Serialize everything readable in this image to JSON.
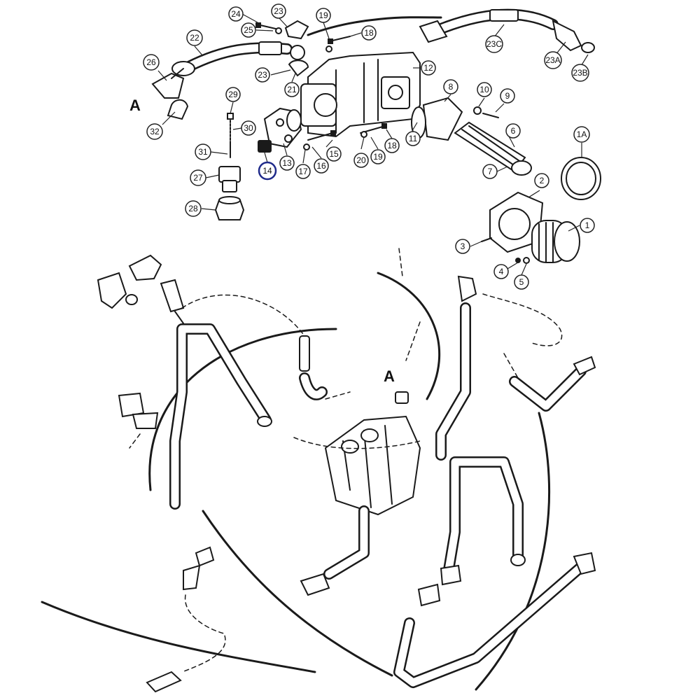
{
  "accent_color": "#1f2a8a",
  "callouts": [
    {
      "label": "24"
    },
    {
      "label": "23"
    },
    {
      "label": "19"
    },
    {
      "label": "25"
    },
    {
      "label": "18"
    },
    {
      "label": "22"
    },
    {
      "label": "26"
    },
    {
      "label": "23"
    },
    {
      "label": "21"
    },
    {
      "label": "12"
    },
    {
      "label": "29"
    },
    {
      "label": "30"
    },
    {
      "label": "32"
    },
    {
      "label": "31"
    },
    {
      "label": "27"
    },
    {
      "label": "28"
    },
    {
      "label": "14",
      "highlighted": true
    },
    {
      "label": "13"
    },
    {
      "label": "17"
    },
    {
      "label": "16"
    },
    {
      "label": "15"
    },
    {
      "label": "20"
    },
    {
      "label": "19"
    },
    {
      "label": "18"
    },
    {
      "label": "11"
    },
    {
      "label": "8"
    },
    {
      "label": "10"
    },
    {
      "label": "9"
    },
    {
      "label": "6"
    },
    {
      "label": "7"
    },
    {
      "label": "23C"
    },
    {
      "label": "23A"
    },
    {
      "label": "23B"
    },
    {
      "label": "1A"
    },
    {
      "label": "2"
    },
    {
      "label": "1"
    },
    {
      "label": "3"
    },
    {
      "label": "4"
    },
    {
      "label": "5"
    }
  ],
  "view_markers": [
    {
      "label": "A"
    },
    {
      "label": "A"
    }
  ]
}
